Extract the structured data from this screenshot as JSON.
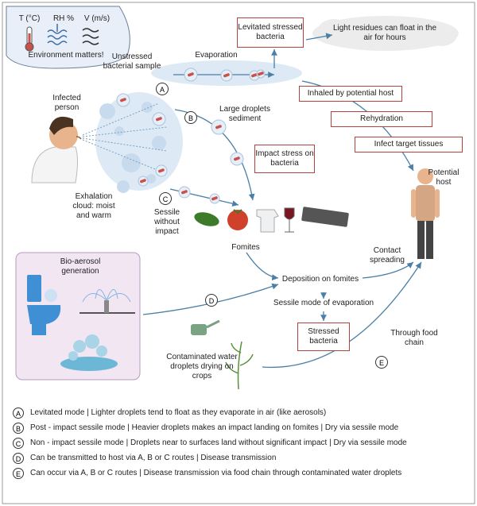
{
  "environment": {
    "temp_label": "T (°C)",
    "rh_label": "RH %",
    "wind_label": "V (m/s)",
    "caption": "Environment matters!"
  },
  "labels": {
    "evaporation": "Evaporation",
    "unstressed_sample": "Unstressed bacterial sample",
    "infected_person": "Infected person",
    "large_droplets": "Large droplets sediment",
    "exhalation_cloud": "Exhalation cloud: moist and warm",
    "sessile_without_impact": "Sessile without impact",
    "fomites": "Fomites",
    "potential_host": "Potential host",
    "contact_spreading": "Contact spreading",
    "deposition": "Deposition on fomites",
    "sessile_evap": "Sessile mode of evaporation",
    "through_food_chain": "Through food chain",
    "contaminated_water": "Contaminated water droplets drying on crops",
    "bioaerosol": "Bio-aerosol generation"
  },
  "boxes": {
    "levitated": "Levitated stressed bacteria",
    "light_residues": "Light residues can float in the air for hours",
    "inhaled": "Inhaled by potential host",
    "rehydration": "Rehydration",
    "infect": "Infect target tissues",
    "impact_stress": "Impact stress on bacteria",
    "stressed": "Stressed bacteria"
  },
  "route_markers": {
    "a": "A",
    "b": "B",
    "c": "C",
    "d": "D",
    "e": "E"
  },
  "legend": [
    {
      "letter": "A",
      "text": "Levitated mode | Lighter droplets tend to float as they evaporate in air (like aerosols)"
    },
    {
      "letter": "B",
      "text": "Post - impact sessile mode | Heavier droplets makes an impact landing on fomites | Dry via sessile mode"
    },
    {
      "letter": "C",
      "text": "Non - impact sessile mode | Droplets near to surfaces land without significant impact | Dry via sessile mode"
    },
    {
      "letter": "D",
      "text": "Can be transmitted to host via A, B or C routes | Disease transmission"
    },
    {
      "letter": "E",
      "text": "Can occur via A, B or C routes | Disease transmission via food chain through contaminated water droplets"
    }
  ],
  "colors": {
    "box_border": "#b3433f",
    "arrow": "#4a7fa7",
    "cloud": "#dde9f4",
    "env_bubble": "#e9eff8",
    "bio_panel": "#f2e6f3",
    "bacteria": "#c9514a"
  }
}
